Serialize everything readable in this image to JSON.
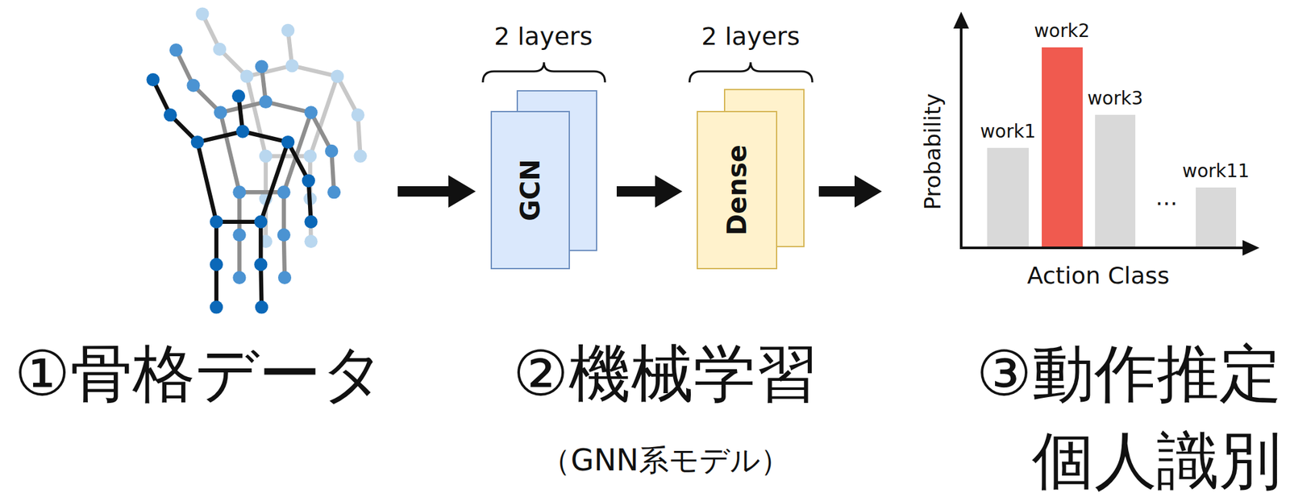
{
  "diagram": {
    "nodes": [
      {
        "text": [
          "GCN"
        ]
      },
      {
        "text": [
          "Dense"
        ]
      }
    ],
    "edges": [
      {
        "from": 0,
        "to": 1,
        "arrow": "to"
      }
    ],
    "labels": [
      "2 layers",
      "2 layers",
      "work1",
      "work2",
      "work3",
      "…",
      "work11",
      "Probability",
      "Action Class",
      "①骨格データ",
      "②機械学習",
      "（GNN系モデル）",
      "③動作推定",
      "個人識別"
    ]
  }
}
